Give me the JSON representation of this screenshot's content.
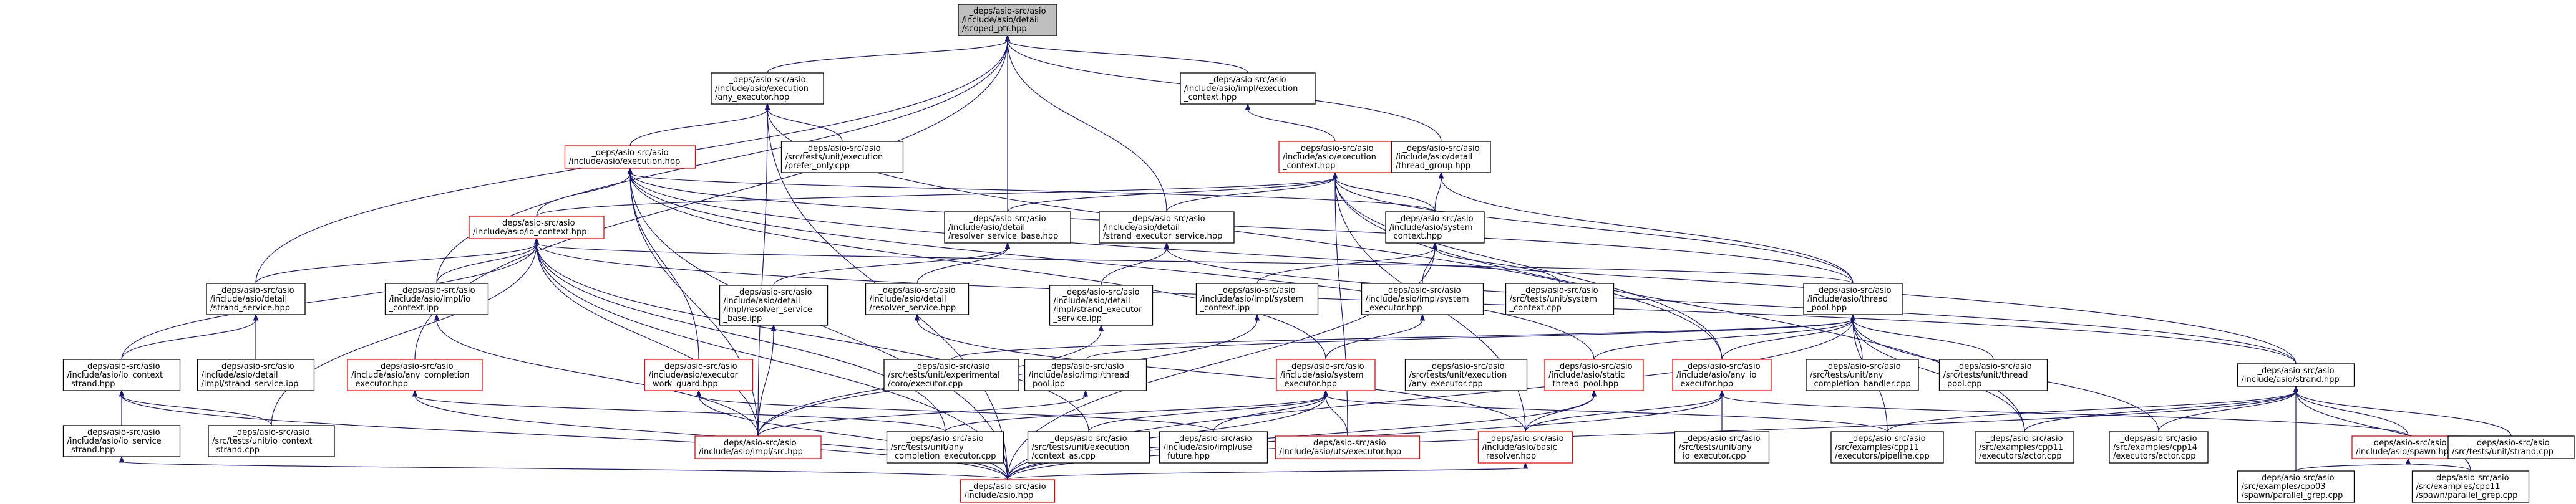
{
  "graph": {
    "nodes": [
      {
        "id": "root",
        "lines": [
          "_deps/asio-src/asio",
          "/include/asio/detail",
          "/scoped_ptr.hpp"
        ],
        "style": "root"
      },
      {
        "id": "any_executor",
        "lines": [
          "_deps/asio-src/asio",
          "/include/asio/execution",
          "/any_executor.hpp"
        ],
        "style": "normal"
      },
      {
        "id": "exec_ctx_impl",
        "lines": [
          "_deps/asio-src/asio",
          "/include/asio/impl/execution",
          "_context.hpp"
        ],
        "style": "normal"
      },
      {
        "id": "execution",
        "lines": [
          "_deps/asio-src/asio",
          "/include/asio/execution.hpp"
        ],
        "style": "red"
      },
      {
        "id": "prefer_only",
        "lines": [
          "_deps/asio-src/asio",
          "/src/tests/unit/execution",
          "/prefer_only.cpp"
        ],
        "style": "normal"
      },
      {
        "id": "exec_ctx",
        "lines": [
          "_deps/asio-src/asio",
          "/include/asio/execution",
          "_context.hpp"
        ],
        "style": "red"
      },
      {
        "id": "thread_group",
        "lines": [
          "_deps/asio-src/asio",
          "/include/asio/detail",
          "/thread_group.hpp"
        ],
        "style": "normal"
      },
      {
        "id": "io_context",
        "lines": [
          "_deps/asio-src/asio",
          "/include/asio/io_context.hpp"
        ],
        "style": "red"
      },
      {
        "id": "resolver_service_base",
        "lines": [
          "_deps/asio-src/asio",
          "/include/asio/detail",
          "/resolver_service_base.hpp"
        ],
        "style": "normal"
      },
      {
        "id": "strand_executor_service",
        "lines": [
          "_deps/asio-src/asio",
          "/include/asio/detail",
          "/strand_executor_service.hpp"
        ],
        "style": "normal"
      },
      {
        "id": "system_context",
        "lines": [
          "_deps/asio-src/asio",
          "/include/asio/system",
          "_context.hpp"
        ],
        "style": "normal"
      },
      {
        "id": "strand_service",
        "lines": [
          "_deps/asio-src/asio",
          "/include/asio/detail",
          "/strand_service.hpp"
        ],
        "style": "normal"
      },
      {
        "id": "impl_io_context",
        "lines": [
          "_deps/asio-src/asio",
          "/include/asio/impl/io",
          "_context.ipp"
        ],
        "style": "normal"
      },
      {
        "id": "impl_resolver_service_base",
        "lines": [
          "_deps/asio-src/asio",
          "/include/asio/detail",
          "/impl/resolver_service",
          "_base.ipp"
        ],
        "style": "normal"
      },
      {
        "id": "resolver_service",
        "lines": [
          "_deps/asio-src/asio",
          "/include/asio/detail",
          "/resolver_service.hpp"
        ],
        "style": "normal"
      },
      {
        "id": "impl_strand_executor_service",
        "lines": [
          "_deps/asio-src/asio",
          "/include/asio/detail",
          "/impl/strand_executor",
          "_service.ipp"
        ],
        "style": "normal"
      },
      {
        "id": "impl_system_context",
        "lines": [
          "_deps/asio-src/asio",
          "/include/asio/impl/system",
          "_context.ipp"
        ],
        "style": "normal"
      },
      {
        "id": "impl_system_executor",
        "lines": [
          "_deps/asio-src/asio",
          "/include/asio/impl/system",
          "_executor.hpp"
        ],
        "style": "normal"
      },
      {
        "id": "tests_system_context",
        "lines": [
          "_deps/asio-src/asio",
          "/src/tests/unit/system",
          "_context.cpp"
        ],
        "style": "normal"
      },
      {
        "id": "thread_pool",
        "lines": [
          "_deps/asio-src/asio",
          "/include/asio/thread",
          "_pool.hpp"
        ],
        "style": "normal"
      },
      {
        "id": "io_context_strand",
        "lines": [
          "_deps/asio-src/asio",
          "/include/asio/io_context",
          "_strand.hpp"
        ],
        "style": "normal"
      },
      {
        "id": "impl_strand_service",
        "lines": [
          "_deps/asio-src/asio",
          "/include/asio/detail",
          "/impl/strand_service.ipp"
        ],
        "style": "normal"
      },
      {
        "id": "any_completion_executor",
        "lines": [
          "_deps/asio-src/asio",
          "/include/asio/any_completion",
          "_executor.hpp"
        ],
        "style": "red"
      },
      {
        "id": "executor_work_guard",
        "lines": [
          "_deps/asio-src/asio",
          "/include/asio/executor",
          "_work_guard.hpp"
        ],
        "style": "red"
      },
      {
        "id": "experimental_coro",
        "lines": [
          "_deps/asio-src/asio",
          "/src/tests/unit/experimental",
          "/coro/executor.cpp"
        ],
        "style": "normal"
      },
      {
        "id": "impl_thread_pool",
        "lines": [
          "_deps/asio-src/asio",
          "/include/asio/impl/thread",
          "_pool.ipp"
        ],
        "style": "normal"
      },
      {
        "id": "system_executor",
        "lines": [
          "_deps/asio-src/asio",
          "/include/asio/system",
          "_executor.hpp"
        ],
        "style": "red"
      },
      {
        "id": "tests_any_executor",
        "lines": [
          "_deps/asio-src/asio",
          "/src/tests/unit/execution",
          "/any_executor.cpp"
        ],
        "style": "normal"
      },
      {
        "id": "static_thread_pool",
        "lines": [
          "_deps/asio-src/asio",
          "/include/asio/static",
          "_thread_pool.hpp"
        ],
        "style": "red"
      },
      {
        "id": "any_io_executor",
        "lines": [
          "_deps/asio-src/asio",
          "/include/asio/any_io",
          "_executor.hpp"
        ],
        "style": "red"
      },
      {
        "id": "tests_any_completion_handler",
        "lines": [
          "_deps/asio-src/asio",
          "/src/tests/unit/any",
          "_completion_handler.cpp"
        ],
        "style": "normal"
      },
      {
        "id": "tests_thread_pool",
        "lines": [
          "_deps/asio-src/asio",
          "/src/tests/unit/thread",
          "_pool.cpp"
        ],
        "style": "normal"
      },
      {
        "id": "strand",
        "lines": [
          "_deps/asio-src/asio",
          "/include/asio/strand.hpp"
        ],
        "style": "normal"
      },
      {
        "id": "io_service_strand",
        "lines": [
          "_deps/asio-src/asio",
          "/include/asio/io_service",
          "_strand.hpp"
        ],
        "style": "normal"
      },
      {
        "id": "tests_io_context_strand",
        "lines": [
          "_deps/asio-src/asio",
          "/src/tests/unit/io_context",
          "_strand.cpp"
        ],
        "style": "normal"
      },
      {
        "id": "impl_src",
        "lines": [
          "_deps/asio-src/asio",
          "/include/asio/impl/src.hpp"
        ],
        "style": "red"
      },
      {
        "id": "tests_any_completion_executor",
        "lines": [
          "_deps/asio-src/asio",
          "/src/tests/unit/any",
          "_completion_executor.cpp"
        ],
        "style": "normal"
      },
      {
        "id": "tests_context_as",
        "lines": [
          "_deps/asio-src/asio",
          "/src/tests/unit/execution",
          "/context_as.cpp"
        ],
        "style": "normal"
      },
      {
        "id": "impl_use_future",
        "lines": [
          "_deps/asio-src/asio",
          "/include/asio/impl/use",
          "_future.hpp"
        ],
        "style": "normal"
      },
      {
        "id": "uts_executor",
        "lines": [
          "_deps/asio-src/asio",
          "/include/asio/uts/executor.hpp"
        ],
        "style": "red"
      },
      {
        "id": "basic_resolver",
        "lines": [
          "_deps/asio-src/asio",
          "/include/asio/basic",
          "_resolver.hpp"
        ],
        "style": "red"
      },
      {
        "id": "tests_any_io_executor",
        "lines": [
          "_deps/asio-src/asio",
          "/src/tests/unit/any",
          "_io_executor.cpp"
        ],
        "style": "normal"
      },
      {
        "id": "ex_pipeline",
        "lines": [
          "_deps/asio-src/asio",
          "/src/examples/cpp11",
          "/executors/pipeline.cpp"
        ],
        "style": "normal"
      },
      {
        "id": "ex_actor11",
        "lines": [
          "_deps/asio-src/asio",
          "/src/examples/cpp11",
          "/executors/actor.cpp"
        ],
        "style": "normal"
      },
      {
        "id": "ex_actor14",
        "lines": [
          "_deps/asio-src/asio",
          "/src/examples/cpp14",
          "/executors/actor.cpp"
        ],
        "style": "normal"
      },
      {
        "id": "spawn",
        "lines": [
          "_deps/asio-src/asio",
          "/include/asio/spawn.hpp"
        ],
        "style": "red"
      },
      {
        "id": "tests_strand",
        "lines": [
          "_deps/asio-src/asio",
          "/src/tests/unit/strand.cpp"
        ],
        "style": "normal"
      },
      {
        "id": "asio_hpp",
        "lines": [
          "_deps/asio-src/asio",
          "/include/asio.hpp"
        ],
        "style": "red"
      },
      {
        "id": "ex_parallel_grep03",
        "lines": [
          "_deps/asio-src/asio",
          "/src/examples/cpp03",
          "/spawn/parallel_grep.cpp"
        ],
        "style": "normal"
      },
      {
        "id": "ex_parallel_grep11",
        "lines": [
          "_deps/asio-src/asio",
          "/src/examples/cpp11",
          "/spawn/parallel_grep.cpp"
        ],
        "style": "normal"
      }
    ],
    "edges": [
      [
        "root",
        "any_executor"
      ],
      [
        "root",
        "exec_ctx_impl"
      ],
      [
        "root",
        "thread_group"
      ],
      [
        "root",
        "resolver_service_base"
      ],
      [
        "root",
        "strand_executor_service"
      ],
      [
        "root",
        "strand_service"
      ],
      [
        "root",
        "impl_io_context"
      ],
      [
        "root",
        "any_completion_executor"
      ],
      [
        "any_executor",
        "execution"
      ],
      [
        "any_executor",
        "prefer_only"
      ],
      [
        "any_executor",
        "asio_hpp"
      ],
      [
        "any_executor",
        "impl_src"
      ],
      [
        "any_executor",
        "any_io_executor"
      ],
      [
        "exec_ctx_impl",
        "exec_ctx"
      ],
      [
        "execution",
        "io_context"
      ],
      [
        "execution",
        "system_context"
      ],
      [
        "execution",
        "thread_pool"
      ],
      [
        "execution",
        "strand"
      ],
      [
        "execution",
        "executor_work_guard"
      ],
      [
        "execution",
        "system_executor"
      ],
      [
        "execution",
        "asio_hpp"
      ],
      [
        "execution",
        "impl_src"
      ],
      [
        "execution",
        "static_thread_pool"
      ],
      [
        "exec_ctx",
        "io_context"
      ],
      [
        "exec_ctx",
        "resolver_service_base"
      ],
      [
        "exec_ctx",
        "strand_executor_service"
      ],
      [
        "exec_ctx",
        "system_context"
      ],
      [
        "exec_ctx",
        "thread_pool"
      ],
      [
        "exec_ctx",
        "any_io_executor"
      ],
      [
        "exec_ctx",
        "uts_executor"
      ],
      [
        "exec_ctx",
        "basic_resolver"
      ],
      [
        "exec_ctx",
        "ex_actor11"
      ],
      [
        "thread_group",
        "system_context"
      ],
      [
        "thread_group",
        "thread_pool"
      ],
      [
        "io_context",
        "strand_service"
      ],
      [
        "io_context",
        "impl_io_context"
      ],
      [
        "io_context",
        "io_context_strand"
      ],
      [
        "io_context",
        "impl_src"
      ],
      [
        "io_context",
        "asio_hpp"
      ],
      [
        "io_context",
        "tests_io_context_strand"
      ],
      [
        "io_context",
        "thread_pool"
      ],
      [
        "io_context",
        "strand"
      ],
      [
        "io_context",
        "tests_any_completion_executor"
      ],
      [
        "io_context",
        "tests_context_as"
      ],
      [
        "resolver_service_base",
        "impl_resolver_service_base"
      ],
      [
        "resolver_service_base",
        "resolver_service"
      ],
      [
        "strand_executor_service",
        "impl_strand_executor_service"
      ],
      [
        "strand_executor_service",
        "strand"
      ],
      [
        "system_context",
        "impl_system_context"
      ],
      [
        "system_context",
        "impl_system_executor"
      ],
      [
        "system_context",
        "tests_system_context"
      ],
      [
        "system_context",
        "asio_hpp"
      ],
      [
        "strand_service",
        "io_context_strand"
      ],
      [
        "strand_service",
        "impl_strand_service"
      ],
      [
        "impl_io_context",
        "impl_src"
      ],
      [
        "impl_resolver_service_base",
        "impl_src"
      ],
      [
        "resolver_service",
        "basic_resolver"
      ],
      [
        "impl_strand_executor_service",
        "impl_src"
      ],
      [
        "impl_system_context",
        "impl_src"
      ],
      [
        "impl_system_executor",
        "system_executor"
      ],
      [
        "thread_pool",
        "any_io_executor"
      ],
      [
        "thread_pool",
        "static_thread_pool"
      ],
      [
        "thread_pool",
        "tests_any_completion_handler"
      ],
      [
        "thread_pool",
        "tests_thread_pool"
      ],
      [
        "thread_pool",
        "impl_thread_pool"
      ],
      [
        "thread_pool",
        "experimental_coro"
      ],
      [
        "thread_pool",
        "ex_pipeline"
      ],
      [
        "thread_pool",
        "ex_actor11"
      ],
      [
        "thread_pool",
        "ex_actor14"
      ],
      [
        "thread_pool",
        "asio_hpp"
      ],
      [
        "io_context_strand",
        "io_service_strand"
      ],
      [
        "io_context_strand",
        "tests_io_context_strand"
      ],
      [
        "io_context_strand",
        "asio_hpp"
      ],
      [
        "any_completion_executor",
        "tests_any_completion_executor"
      ],
      [
        "any_completion_executor",
        "asio_hpp"
      ],
      [
        "executor_work_guard",
        "asio_hpp"
      ],
      [
        "executor_work_guard",
        "impl_use_future"
      ],
      [
        "impl_thread_pool",
        "impl_src"
      ],
      [
        "system_executor",
        "tests_any_completion_executor"
      ],
      [
        "system_executor",
        "tests_context_as"
      ],
      [
        "system_executor",
        "impl_use_future"
      ],
      [
        "system_executor",
        "uts_executor"
      ],
      [
        "system_executor",
        "asio_hpp"
      ],
      [
        "system_executor",
        "ex_pipeline"
      ],
      [
        "static_thread_pool",
        "asio_hpp"
      ],
      [
        "static_thread_pool",
        "basic_resolver"
      ],
      [
        "any_io_executor",
        "basic_resolver"
      ],
      [
        "any_io_executor",
        "tests_any_io_executor"
      ],
      [
        "any_io_executor",
        "asio_hpp"
      ],
      [
        "any_io_executor",
        "spawn"
      ],
      [
        "strand",
        "ex_pipeline"
      ],
      [
        "strand",
        "ex_actor11"
      ],
      [
        "strand",
        "ex_actor14"
      ],
      [
        "strand",
        "spawn"
      ],
      [
        "strand",
        "tests_strand"
      ],
      [
        "strand",
        "asio_hpp"
      ],
      [
        "strand",
        "ex_parallel_grep03"
      ],
      [
        "strand",
        "ex_parallel_grep11"
      ],
      [
        "io_service_strand",
        "asio_hpp"
      ],
      [
        "basic_resolver",
        "asio_hpp"
      ],
      [
        "spawn",
        "ex_parallel_grep03"
      ],
      [
        "spawn",
        "ex_parallel_grep11"
      ]
    ]
  }
}
